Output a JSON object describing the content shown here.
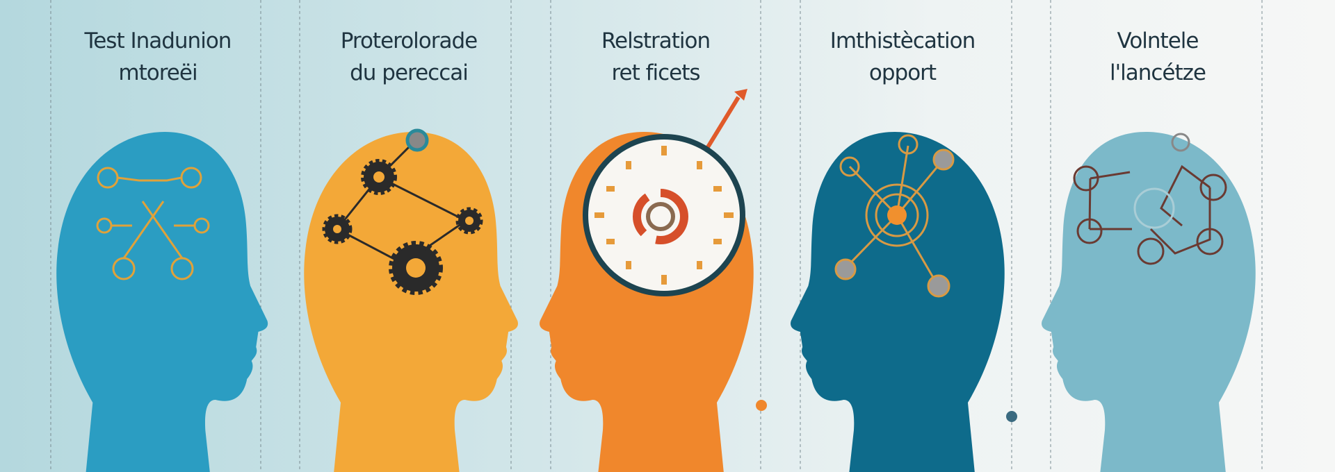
{
  "panels": [
    {
      "title_line1": "Test Inadunion",
      "title_line2": "mtoreëi",
      "color": "#2b9dc2",
      "icon": "network-circles-icon"
    },
    {
      "title_line1": "Proterolorade",
      "title_line2": "du pereccai",
      "color": "#f3a838",
      "icon": "gears-icon"
    },
    {
      "title_line1": "Relstration",
      "title_line2": "ret ficets",
      "color": "#f0872c",
      "icon": "clock-target-icon"
    },
    {
      "title_line1": "Imthistècation",
      "title_line2": "opport",
      "color": "#0e6b8b",
      "icon": "hub-network-icon"
    },
    {
      "title_line1": "Volntele",
      "title_line2": "l'lancétze",
      "color": "#7cb9c9",
      "icon": "node-graph-icon"
    }
  ]
}
